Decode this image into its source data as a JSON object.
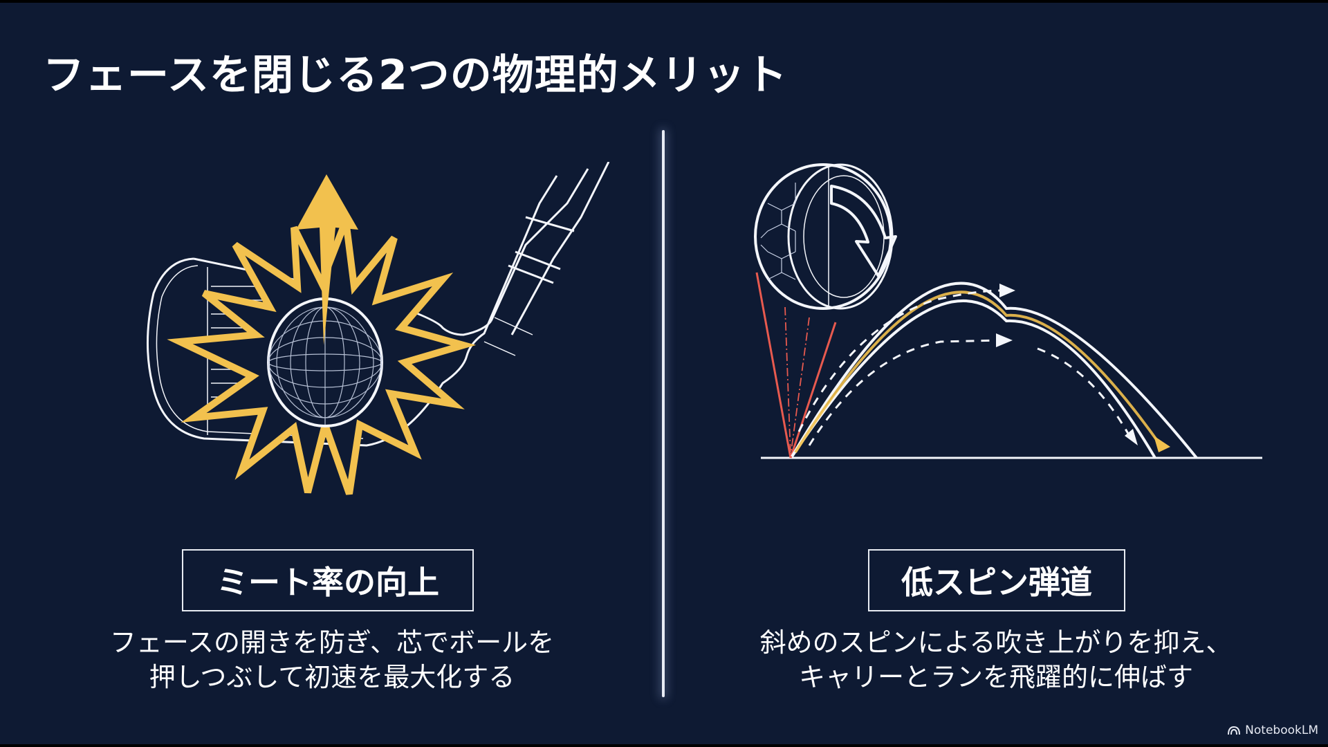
{
  "slide": {
    "title": "フェースを閉じる2つの物理的メリット",
    "background_color": "#0e1a33",
    "accent_color": "#f2c14e",
    "alert_color": "#e85a4f"
  },
  "left_panel": {
    "illustration": "golf-iron-impact-starburst",
    "icons": [
      "golf-club-icon",
      "golf-ball-icon",
      "starburst-icon",
      "up-arrow-icon"
    ],
    "heading": "ミート率の向上",
    "description_line1": "フェースの開きを防ぎ、芯でボールを",
    "description_line2": "押しつぶして初速を最大化する"
  },
  "right_panel": {
    "illustration": "low-spin-trajectory",
    "icons": [
      "golf-ball-cutaway-icon",
      "spin-arrow-icon",
      "trajectory-arc-icon",
      "dashed-arrow-icon"
    ],
    "heading": "低スピン弾道",
    "description_line1": "斜めのスピンによる吹き上がりを抑え、",
    "description_line2": "キャリーとランを飛躍的に伸ばす"
  },
  "branding": {
    "logo_icon": "notebooklm-icon",
    "label": "NotebookLM"
  }
}
